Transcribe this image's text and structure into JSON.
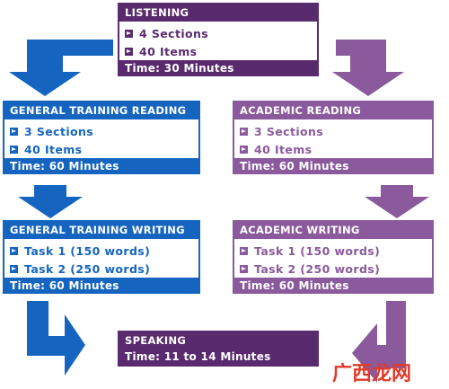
{
  "colors": {
    "listening": "#5a2a6e",
    "academic": "#8a5a9c",
    "general": "#1565c0",
    "speaking": "#5a2a6e"
  },
  "listening": {
    "title": "LISTENING",
    "items": [
      "4 Sections",
      "40 Items"
    ],
    "time": "Time: 30 Minutes"
  },
  "general_reading": {
    "title": "GENERAL TRAINING READING",
    "items": [
      "3 Sections",
      "40 Items"
    ],
    "time": "Time: 60 Minutes"
  },
  "academic_reading": {
    "title": "ACADEMIC READING",
    "items": [
      "3 Sections",
      "40 Items"
    ],
    "time": "Time: 60 Minutes"
  },
  "general_writing": {
    "title": "GENERAL TRAINING WRITING",
    "items": [
      "Task 1 (150 words)",
      "Task 2 (250 words)"
    ],
    "time": "Time: 60 Minutes"
  },
  "academic_writing": {
    "title": "ACADEMIC WRITING",
    "items": [
      "Task 1 (150 words)",
      "Task 2 (250 words)"
    ],
    "time": "Time: 60 Minutes"
  },
  "speaking": {
    "title": "SPEAKING",
    "time": "Time: 11 to 14 Minutes"
  },
  "watermark": "广西龙网"
}
